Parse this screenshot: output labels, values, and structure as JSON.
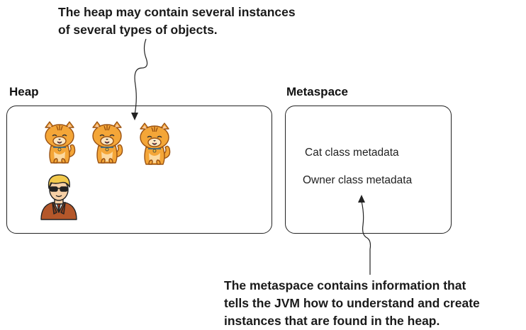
{
  "annotations": {
    "top": [
      "The heap may contain several instances",
      "of several types of objects."
    ],
    "bottom": [
      "The metaspace contains information that",
      "tells the JVM how to understand and create",
      "instances that are found in the heap."
    ]
  },
  "heap": {
    "label": "Heap",
    "objects": [
      {
        "icon": "cat-icon"
      },
      {
        "icon": "cat-icon"
      },
      {
        "icon": "cat-icon"
      },
      {
        "icon": "owner-person-icon"
      }
    ]
  },
  "metaspace": {
    "label": "Metaspace",
    "items": [
      "Cat class metadata",
      "Owner class metadata"
    ]
  },
  "colors": {
    "cat_fur": "#f4a638",
    "cat_outline": "#b0621a",
    "person_hair": "#f2c94c",
    "person_jacket": "#b4572a",
    "box_border": "#222222"
  }
}
